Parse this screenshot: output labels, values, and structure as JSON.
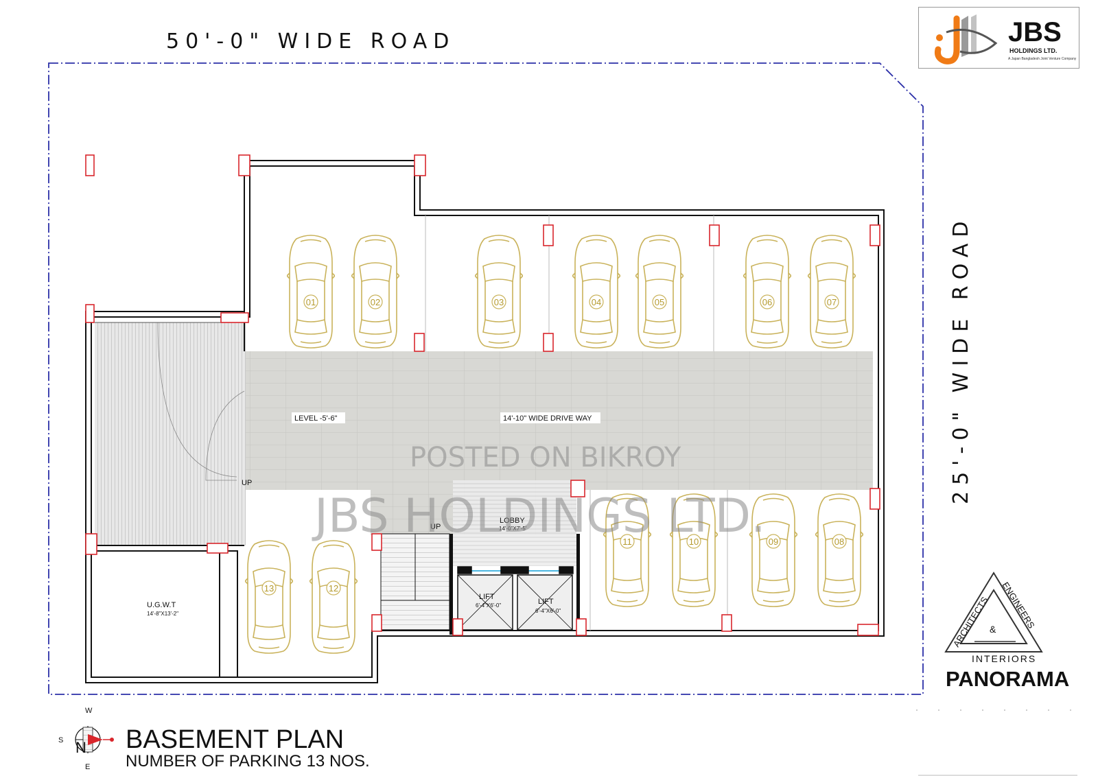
{
  "roads": {
    "top": "50'-0\" WIDE ROAD",
    "right": "25'-0\" WIDE ROAD"
  },
  "logo": {
    "name": "JBS",
    "subname": "HOLDINGS LTD.",
    "tagline": "A Japan Bangladesh Joint Venture Company"
  },
  "labels": {
    "level": "LEVEL -5'-6\"",
    "driveway": "14'-10\" WIDE DRIVE WAY",
    "up_ramp": "UP",
    "up_stair": "UP",
    "lobby": "LOBBY",
    "lobby_size": "14'-0\"X7'-5'",
    "lift1": "LIFT",
    "lift1_size": "6'-4\"X6'-0\"",
    "lift2": "LIFT",
    "lift2_size": "6'-4\"X6'-0\"",
    "ugwt": "U.G.W.T",
    "ugwt_size": "14'-8\"X13'-2\""
  },
  "parking": [
    "01",
    "02",
    "03",
    "04",
    "05",
    "06",
    "07",
    "08",
    "09",
    "10",
    "11",
    "12",
    "13"
  ],
  "watermarks": {
    "line1": "POSTED ON BIKROY",
    "line2": "JBS HOLDINGS LTD."
  },
  "compass": {
    "w": "W",
    "s": "S",
    "n": "N",
    "e": "E"
  },
  "title": "BASEMENT PLAN",
  "subtitle": "NUMBER OF PARKING 13 NOS.",
  "panorama": {
    "architects": "ARCHITECTS",
    "engineers": "ENGINEERS",
    "amp": "&",
    "interiors": "INTERIORS",
    "name": "PANORAMA"
  },
  "colors": {
    "boundary": "#2b2fa8",
    "column": "#d9262c",
    "car": "#c9b25a",
    "logo_orange": "#f07b16",
    "driveway": "#d6d6d2"
  }
}
